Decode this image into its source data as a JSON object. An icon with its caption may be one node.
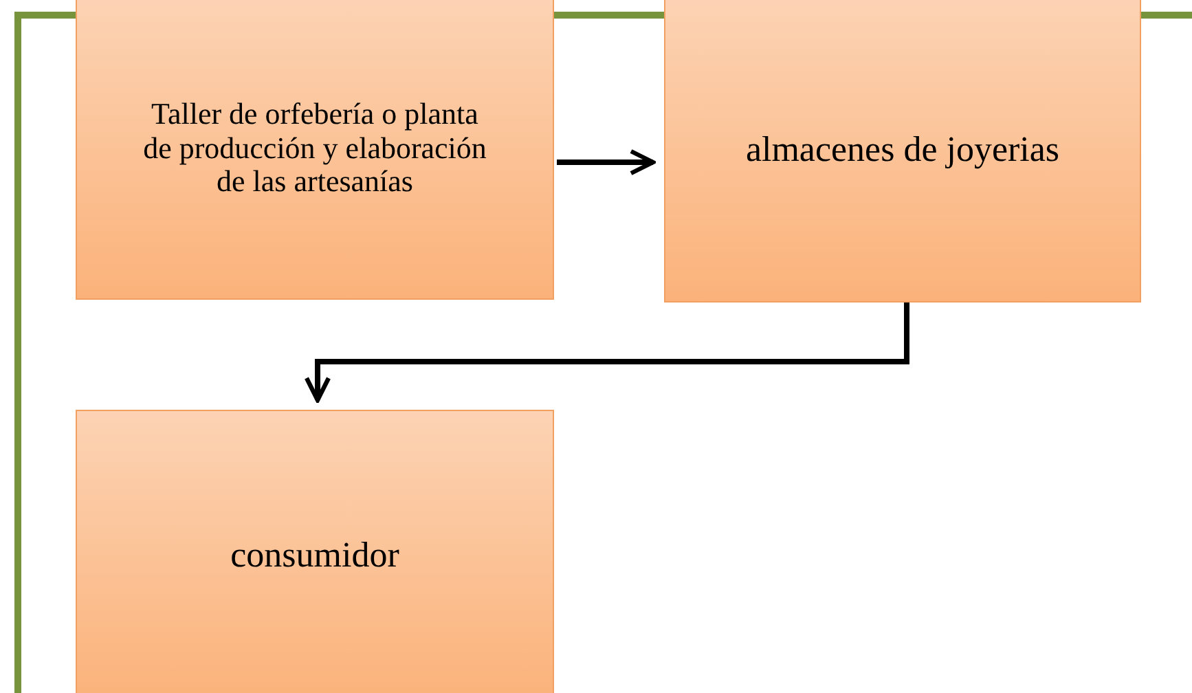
{
  "diagram": {
    "nodes": [
      {
        "text": [
          "Taller de orfebería o planta de producción y elaboración de las artesanías"
        ]
      },
      {
        "text": [
          "almacenes de joyerias"
        ]
      },
      {
        "text": [
          "consumidor"
        ]
      }
    ],
    "edges": [
      {
        "from": 0,
        "to": 1,
        "arrow": "to"
      },
      {
        "from": 1,
        "to": 2,
        "arrow": "to"
      }
    ]
  }
}
